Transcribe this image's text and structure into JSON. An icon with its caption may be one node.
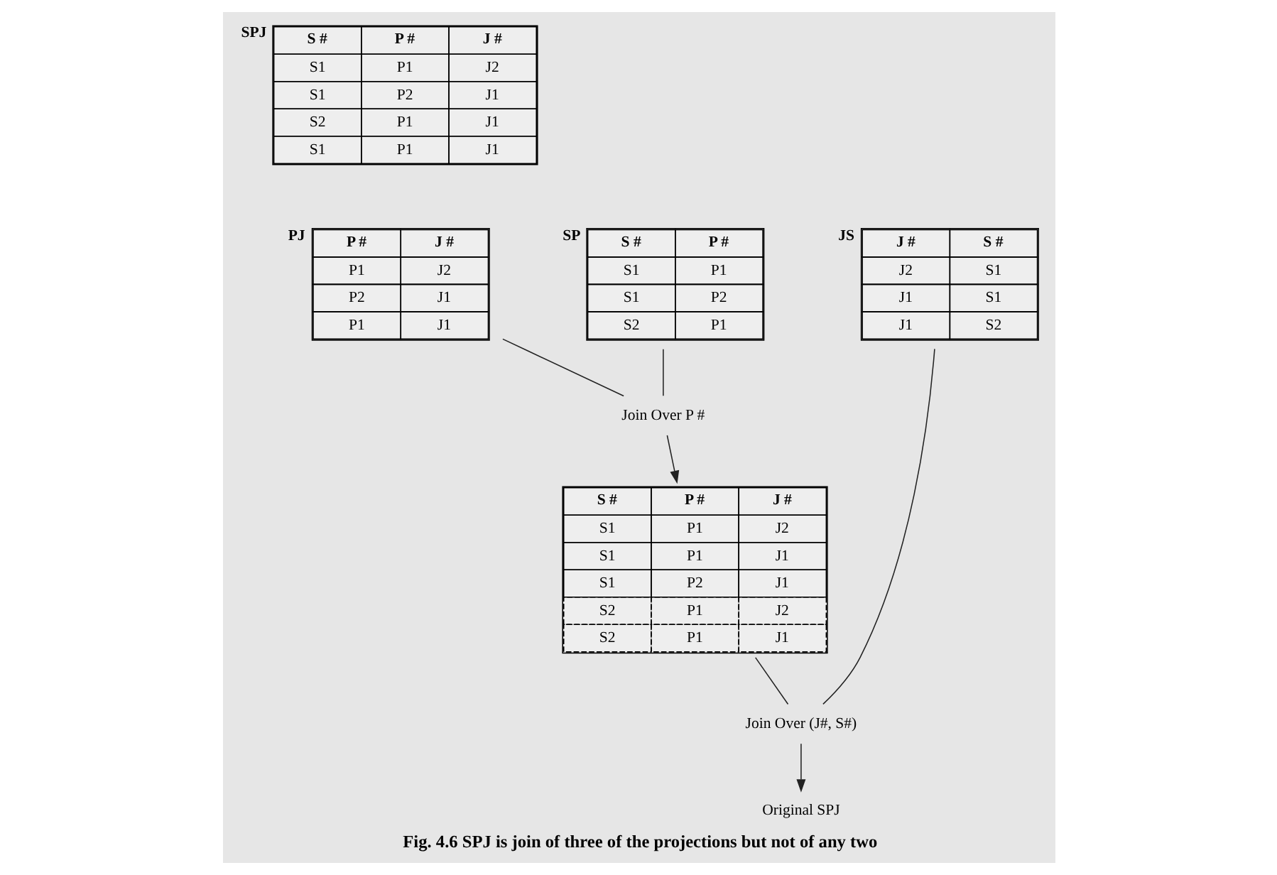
{
  "diagram": {
    "caption": "Fig. 4.6 SPJ is join of three of the projections but not of any two",
    "nodes": [
      {
        "text": [
          "S #",
          "P #",
          "J #",
          "S1",
          "P1",
          "J2",
          "S1",
          "P2",
          "J1",
          "S2",
          "P1",
          "J1",
          "S1",
          "P1",
          "J1"
        ],
        "beside": [
          "SPJ"
        ]
      },
      {
        "text": [
          "S #",
          "P #",
          "S1",
          "P1",
          "S1",
          "P2",
          "S2",
          "P1"
        ],
        "beside": [
          "SP"
        ]
      },
      {
        "text": [
          "P #",
          "J #",
          "P1",
          "J2",
          "P2",
          "J1",
          "P1",
          "J1"
        ],
        "beside": [
          "PJ"
        ]
      },
      {
        "text": [
          "J #",
          "S #",
          "J2",
          "S1",
          "J1",
          "S1",
          "J1",
          "S2"
        ],
        "beside": [
          "JS"
        ]
      },
      {
        "text": [
          "Join Over P #"
        ]
      },
      {
        "text": [
          "S #",
          "P #",
          "J #",
          "S1",
          "P1",
          "J2",
          "S1",
          "P1",
          "J1",
          "S1",
          "P2",
          "J1",
          "S2",
          "P1",
          "J2",
          "S2",
          "P1",
          "J1"
        ]
      },
      {
        "text": [
          "Join Over (J#, S#)"
        ]
      },
      {
        "text": [
          "Original SPJ"
        ]
      }
    ],
    "edges": [
      {
        "from": 1,
        "to": 4,
        "arrow": "none"
      },
      {
        "from": 2,
        "to": 4,
        "arrow": "none"
      },
      {
        "from": 4,
        "to": 5,
        "arrow": "to"
      },
      {
        "from": 5,
        "to": 6,
        "arrow": "none"
      },
      {
        "from": 3,
        "to": 6,
        "arrow": "none"
      },
      {
        "from": 6,
        "to": 7,
        "arrow": "to"
      }
    ]
  }
}
